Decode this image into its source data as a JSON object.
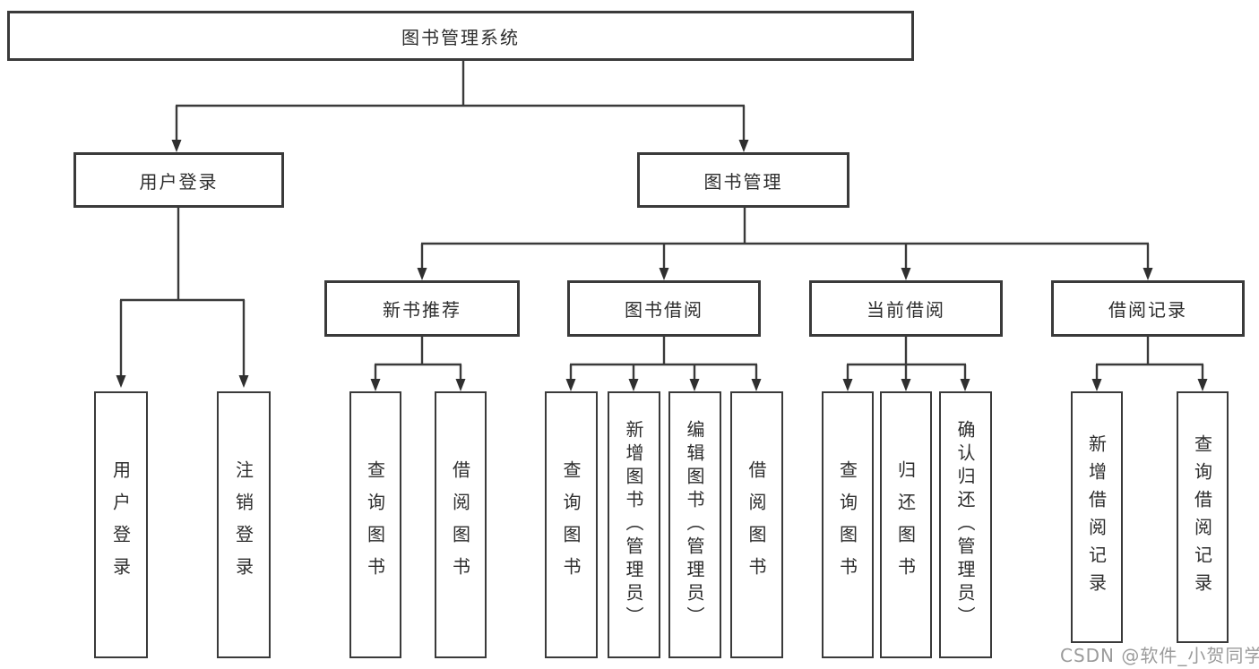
{
  "tree": {
    "label": "图书管理系统",
    "children": [
      {
        "label": "用户登录",
        "children": [
          {
            "label": "用户登录"
          },
          {
            "label": "注销登录"
          }
        ]
      },
      {
        "label": "图书管理",
        "children": [
          {
            "label": "新书推荐",
            "children": [
              {
                "label": "查询图书"
              },
              {
                "label": "借阅图书"
              }
            ]
          },
          {
            "label": "图书借阅",
            "children": [
              {
                "label": "查询图书"
              },
              {
                "label": "新增图书（管理员）"
              },
              {
                "label": "编辑图书（管理员）"
              },
              {
                "label": "借阅图书"
              }
            ]
          },
          {
            "label": "当前借阅",
            "children": [
              {
                "label": "查询图书"
              },
              {
                "label": "归还图书"
              },
              {
                "label": "确认归还（管理员）"
              }
            ]
          },
          {
            "label": "借阅记录",
            "children": [
              {
                "label": "新增借阅记录"
              },
              {
                "label": "查询借阅记录"
              }
            ]
          }
        ]
      }
    ]
  },
  "watermark": "CSDN @软件_小贺同学",
  "colors": {
    "line": "#3a3a3a",
    "text": "#2d2d2d",
    "watermark_gray": "#9b9b9b",
    "background": "#ffffff"
  }
}
